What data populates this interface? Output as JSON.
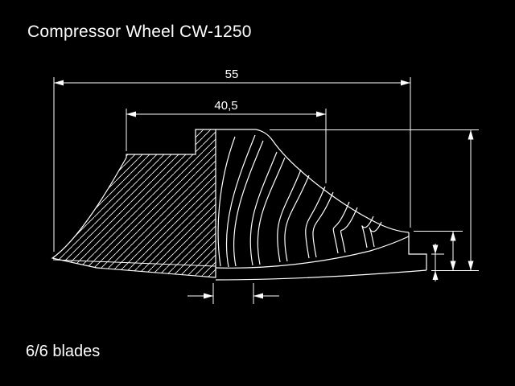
{
  "title": "Compressor Wheel CW-1250",
  "footer": "6/6 blades",
  "dimensions": {
    "overall_width": "55",
    "inner_width": "40,5"
  },
  "drawing": {
    "type": "technical-cad-section",
    "part": "compressor wheel",
    "blade_count_note": "6/6 blades"
  },
  "colors": {
    "background": "#000000",
    "line": "#ffffff"
  }
}
